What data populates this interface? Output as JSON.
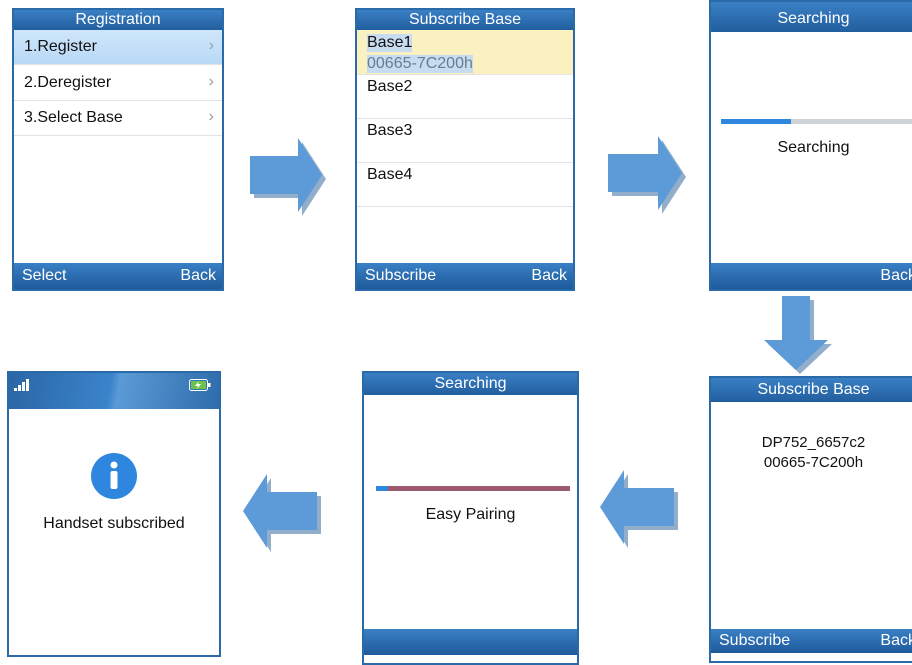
{
  "screen1": {
    "title": "Registration",
    "items": [
      {
        "label": "1.Register",
        "chevron": "›"
      },
      {
        "label": "2.Deregister",
        "chevron": "›"
      },
      {
        "label": "3.Select Base",
        "chevron": "›"
      }
    ],
    "left_soft": "Select",
    "right_soft": "Back"
  },
  "screen2": {
    "title": "Subscribe Base",
    "items": [
      {
        "label": "Base1",
        "sub": "00665-7C200h"
      },
      {
        "label": "Base2"
      },
      {
        "label": "Base3"
      },
      {
        "label": "Base4"
      }
    ],
    "left_soft": "Subscribe",
    "right_soft": "Back"
  },
  "screen3": {
    "title": "Searching",
    "message": "Searching",
    "progress": 0.35,
    "right_soft": "Back"
  },
  "screen4": {
    "title": "Subscribe Base",
    "base_name": "DP752_6657c2",
    "base_id": "00665-7C200h",
    "left_soft": "Subscribe",
    "right_soft": "Back"
  },
  "screen5": {
    "title": "Searching",
    "message": "Easy Pairing",
    "progress": 0.06
  },
  "screen6": {
    "message": "Handset subscribed",
    "signal_icon": "signal-icon",
    "battery_icon": "battery-charging-icon",
    "info_icon": "info-icon"
  },
  "colors": {
    "primary_blue": "#2b6aa8",
    "selection": "#cfe6fb",
    "highlight_yellow": "#fbf0c0",
    "arrow_blue": "#5d9ad8",
    "progress_blue": "#2e86de",
    "progress_track_pink": "#9b5a70"
  }
}
